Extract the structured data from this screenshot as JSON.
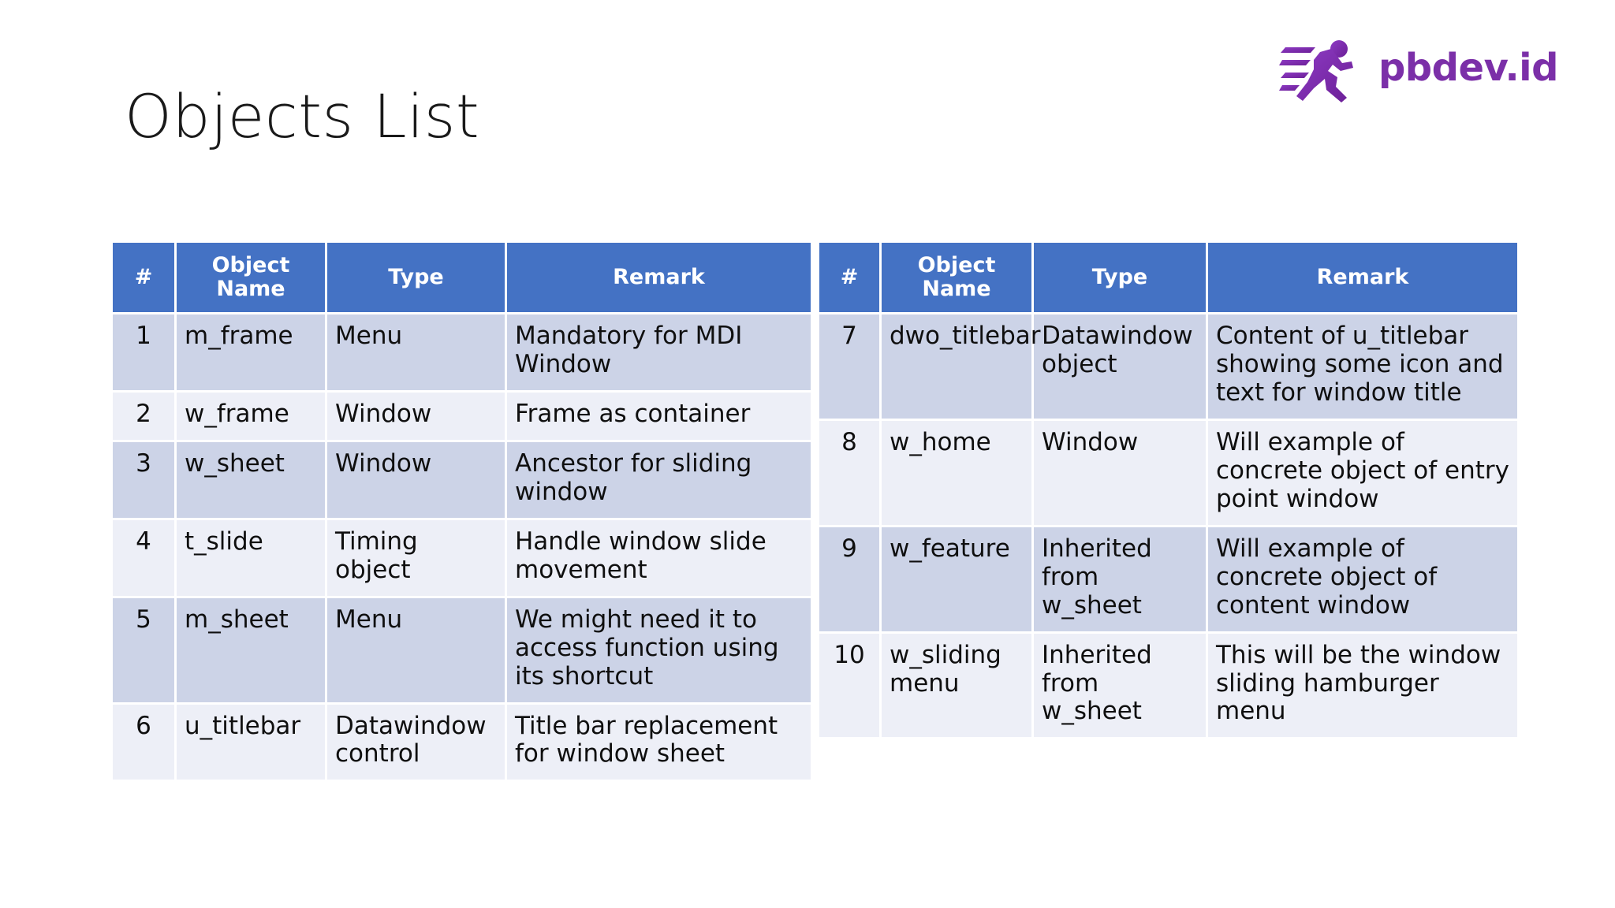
{
  "brand": {
    "name": "pbdev.id",
    "logo_icon": "running-man-icon",
    "color": "#7B2FA8"
  },
  "slide": {
    "title": "Objects List",
    "background": "#FFFFFF"
  },
  "theme": {
    "header_bg": "#4472C4",
    "header_text": "#FFFFFF",
    "row_band_dark": "#CCD3E7",
    "row_band_light": "#EDEFF7",
    "cell_text": "#0F0F0F"
  },
  "tables": [
    {
      "id": "objects-table-left",
      "columns": [
        "#",
        "Object\nName",
        "Type",
        "Remark"
      ],
      "headers": {
        "num": "#",
        "name_line1": "Object",
        "name_line2": "Name",
        "type": "Type",
        "remark": "Remark"
      },
      "rows": [
        {
          "num": "1",
          "name": "m_frame",
          "type": "Menu",
          "remark": "Mandatory for MDI Window"
        },
        {
          "num": "2",
          "name": "w_frame",
          "type": "Window",
          "remark": "Frame as container"
        },
        {
          "num": "3",
          "name": "w_sheet",
          "type": "Window",
          "remark": "Ancestor for sliding window"
        },
        {
          "num": "4",
          "name": "t_slide",
          "type": "Timing object",
          "remark": "Handle window slide movement"
        },
        {
          "num": "5",
          "name": "m_sheet",
          "type": "Menu",
          "remark": "We might need it to access function using its shortcut"
        },
        {
          "num": "6",
          "name": "u_titlebar",
          "type": "Datawindow control",
          "remark": "Title bar replacement for window sheet"
        }
      ]
    },
    {
      "id": "objects-table-right",
      "columns": [
        "#",
        "Object\nName",
        "Type",
        "Remark"
      ],
      "headers": {
        "num": "#",
        "name_line1": "Object",
        "name_line2": "Name",
        "type": "Type",
        "remark": "Remark"
      },
      "rows": [
        {
          "num": "7",
          "name": "dwo_titlebar",
          "type": "Datawindow object",
          "remark": "Content of u_titlebar showing some icon and text for window title"
        },
        {
          "num": "8",
          "name": "w_home",
          "type": "Window",
          "remark": "Will example of concrete object of entry point window"
        },
        {
          "num": "9",
          "name": "w_feature",
          "type": "Inherited from w_sheet",
          "remark": "Will example of concrete object of content window"
        },
        {
          "num": "10",
          "name": "w_sliding menu",
          "type": "Inherited from w_sheet",
          "remark": "This will be the window sliding hamburger menu"
        }
      ]
    }
  ]
}
